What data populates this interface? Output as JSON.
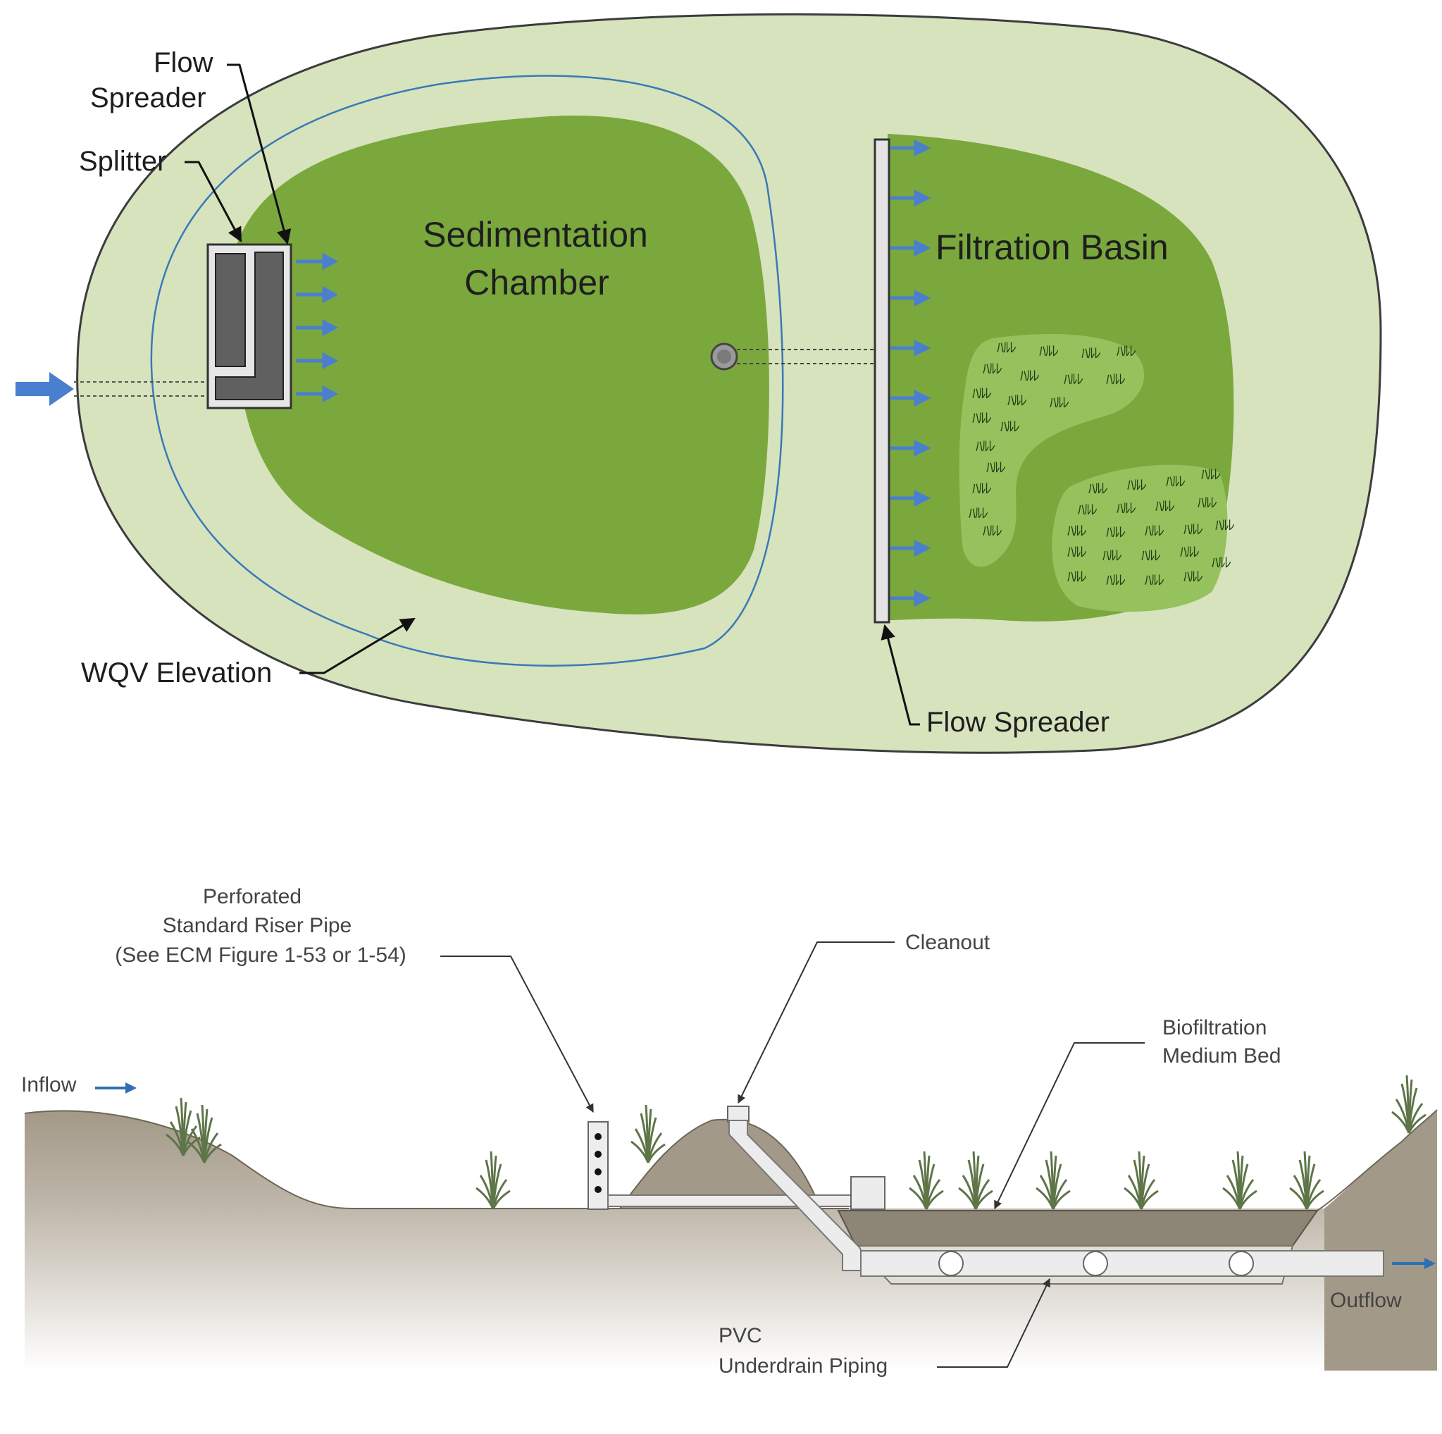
{
  "plan_view": {
    "labels": {
      "flow_spreader_top_line1": "Flow",
      "flow_spreader_top_line2": "Spreader",
      "splitter": "Splitter",
      "sedimentation_line1": "Sedimentation",
      "sedimentation_line2": "Chamber",
      "filtration_basin": "Filtration Basin",
      "wqv_elevation": "WQV Elevation",
      "flow_spreader_bottom": "Flow Spreader"
    },
    "vegetation_glyphs": [
      "ﾊﾙﾚ",
      "ﾊﾙﾚ",
      "ﾊﾙﾚ",
      "ﾊﾙﾚ",
      "ﾊﾙﾚ",
      "ﾊﾙﾚ",
      "ﾊﾙﾚ",
      "ﾊﾙﾚ",
      "ﾊﾙﾚ",
      "ﾊﾙﾚ",
      "ﾊﾙﾚ",
      "ﾊﾙﾚ",
      "ﾊﾙﾚ",
      "ﾊﾙﾚ",
      "ﾊﾙﾚ",
      "ﾊﾙﾚ",
      "ﾊﾙﾚ",
      "ﾊﾙﾚ",
      "ﾊﾙﾚ",
      "ﾊﾙﾚ",
      "ﾊﾙﾚ",
      "ﾊﾙﾚ",
      "ﾊﾙﾚ",
      "ﾊﾙﾚ",
      "ﾊﾙﾚ",
      "ﾊﾙﾚ",
      "ﾊﾙﾚ",
      "ﾊﾙﾚ",
      "ﾊﾙﾚ",
      "ﾊﾙﾚ",
      "ﾊﾙﾚ",
      "ﾊﾙﾚ",
      "ﾊﾙﾚ",
      "ﾊﾙﾚ",
      "ﾊﾙﾚ",
      "ﾊﾙﾚ",
      "ﾊﾙﾚ",
      "ﾊﾙﾚ",
      "ﾊﾙﾚ",
      "ﾊﾙﾚ"
    ],
    "colors": {
      "outer_ground": "#d6e3bd",
      "basin_green": "#7ba83d",
      "vegetation_patch": "#95c25c",
      "flow_arrow": "#4a7fcf",
      "wqv_line": "#3a78b8",
      "splitter_fill": "#606060"
    }
  },
  "section_view": {
    "labels": {
      "riser_line1": "Perforated",
      "riser_line2": "Standard Riser Pipe",
      "riser_line3": "(See ECM Figure 1-53 or 1-54)",
      "cleanout": "Cleanout",
      "biofiltration_line1": "Biofiltration",
      "biofiltration_line2": "Medium Bed",
      "inflow": "Inflow",
      "outflow": "Outflow",
      "pvc_line1": "PVC",
      "pvc_line2": "Underdrain Piping"
    },
    "colors": {
      "soil_top": "#a39988",
      "soil_mid": "#cfc9bf",
      "bed": "#8d8575",
      "pipe": "#ececec",
      "grass": "#5e7548",
      "arrow": "#2f6fb4"
    }
  }
}
